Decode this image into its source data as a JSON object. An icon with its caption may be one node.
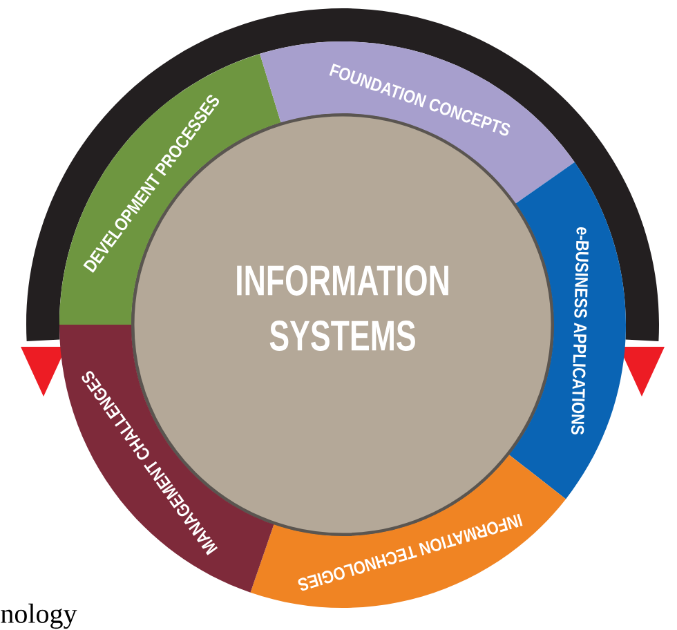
{
  "diagram": {
    "nodes": [
      {
        "text": [
          "INFORMATION SYSTEMS"
        ]
      },
      {
        "text": [
          "DEVELOPMENT PROCESSES"
        ]
      },
      {
        "text": [
          "FOUNDATION CONCEPTS"
        ]
      },
      {
        "text": [
          "e-BUSINESS APPLICATIONS"
        ]
      },
      {
        "text": [
          "INFORMATION TECHNOLOGIES"
        ]
      },
      {
        "text": [
          "MANAGEMENT CHALLENGES"
        ]
      }
    ],
    "labels": [
      "nology"
    ]
  }
}
